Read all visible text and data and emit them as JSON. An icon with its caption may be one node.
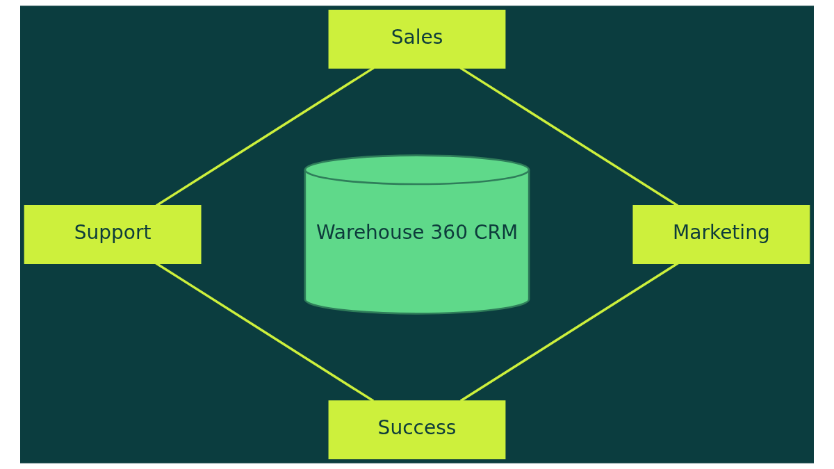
{
  "diagram": {
    "nodes": [
      {
        "text": [
          "Sales"
        ]
      },
      {
        "text": [
          "Support"
        ]
      },
      {
        "text": [
          "Warehouse 360 CRM"
        ]
      },
      {
        "text": [
          "Marketing"
        ]
      },
      {
        "text": [
          "Success"
        ]
      }
    ],
    "edges": [
      {
        "from": 0,
        "to": 3,
        "arrow": "none"
      },
      {
        "from": 3,
        "to": 4,
        "arrow": "none"
      },
      {
        "from": 4,
        "to": 1,
        "arrow": "none"
      },
      {
        "from": 1,
        "to": 0,
        "arrow": "none"
      }
    ]
  }
}
